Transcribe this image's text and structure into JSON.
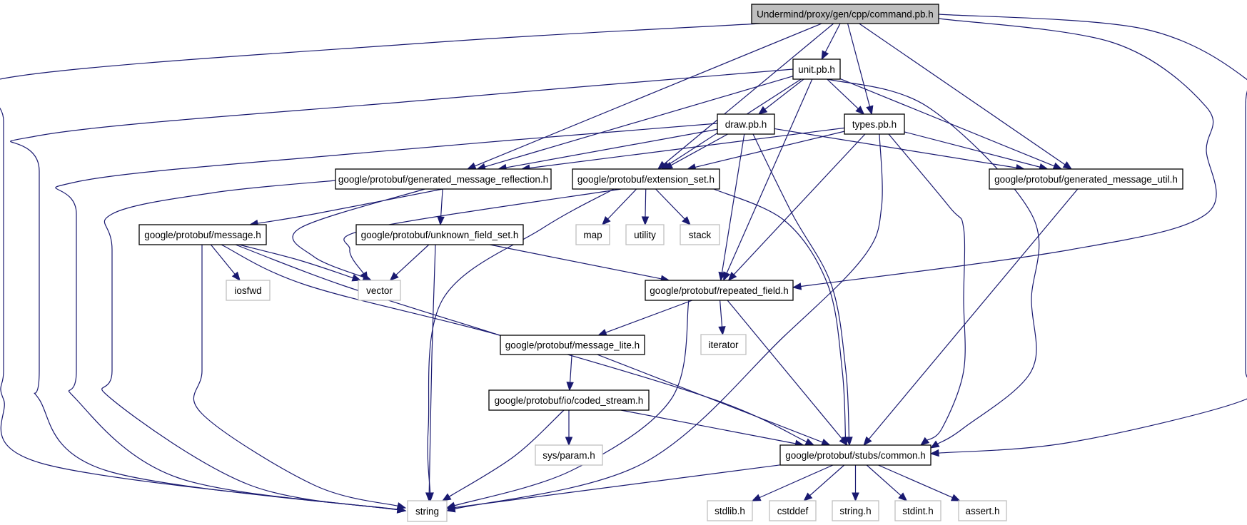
{
  "title": "Undermind/proxy/gen/cpp/command.pb.h",
  "colors": {
    "edge": "#191970",
    "main_fill": "#bfbfbf",
    "local_border": "#000000",
    "system_border": "#bfbfbf"
  },
  "nodes": [
    {
      "id": "command",
      "label": "Undermind/proxy/gen/cpp/command.pb.h",
      "kind": "main"
    },
    {
      "id": "unit",
      "label": "unit.pb.h",
      "kind": "local"
    },
    {
      "id": "draw",
      "label": "draw.pb.h",
      "kind": "local"
    },
    {
      "id": "types",
      "label": "types.pb.h",
      "kind": "local"
    },
    {
      "id": "gmr",
      "label": "google/protobuf/generated_message_reflection.h",
      "kind": "local"
    },
    {
      "id": "extset",
      "label": "google/protobuf/extension_set.h",
      "kind": "local"
    },
    {
      "id": "gmu",
      "label": "google/protobuf/generated_message_util.h",
      "kind": "local"
    },
    {
      "id": "message",
      "label": "google/protobuf/message.h",
      "kind": "local"
    },
    {
      "id": "ufs",
      "label": "google/protobuf/unknown_field_set.h",
      "kind": "local"
    },
    {
      "id": "map",
      "label": "map",
      "kind": "system"
    },
    {
      "id": "utility",
      "label": "utility",
      "kind": "system"
    },
    {
      "id": "stack",
      "label": "stack",
      "kind": "system"
    },
    {
      "id": "iosfwd",
      "label": "iosfwd",
      "kind": "system"
    },
    {
      "id": "vector",
      "label": "vector",
      "kind": "system"
    },
    {
      "id": "repfield",
      "label": "google/protobuf/repeated_field.h",
      "kind": "local"
    },
    {
      "id": "iterator",
      "label": "iterator",
      "kind": "system"
    },
    {
      "id": "msglite",
      "label": "google/protobuf/message_lite.h",
      "kind": "local"
    },
    {
      "id": "coded",
      "label": "google/protobuf/io/coded_stream.h",
      "kind": "local"
    },
    {
      "id": "sysparam",
      "label": "sys/param.h",
      "kind": "system"
    },
    {
      "id": "common",
      "label": "google/protobuf/stubs/common.h",
      "kind": "local"
    },
    {
      "id": "string",
      "label": "string",
      "kind": "system"
    },
    {
      "id": "stdlib",
      "label": "stdlib.h",
      "kind": "system"
    },
    {
      "id": "cstddef",
      "label": "cstddef",
      "kind": "system"
    },
    {
      "id": "stringh",
      "label": "string.h",
      "kind": "system"
    },
    {
      "id": "stdint",
      "label": "stdint.h",
      "kind": "system"
    },
    {
      "id": "assert",
      "label": "assert.h",
      "kind": "system"
    }
  ],
  "edges": [
    [
      "command",
      "unit"
    ],
    [
      "command",
      "gmr"
    ],
    [
      "command",
      "extset"
    ],
    [
      "command",
      "types"
    ],
    [
      "command",
      "gmu"
    ],
    [
      "command",
      "repfield"
    ],
    [
      "command",
      "common"
    ],
    [
      "command",
      "string"
    ],
    [
      "unit",
      "draw"
    ],
    [
      "unit",
      "types"
    ],
    [
      "unit",
      "gmr"
    ],
    [
      "unit",
      "extset"
    ],
    [
      "unit",
      "gmu"
    ],
    [
      "unit",
      "repfield"
    ],
    [
      "unit",
      "common"
    ],
    [
      "unit",
      "string"
    ],
    [
      "draw",
      "gmr"
    ],
    [
      "draw",
      "extset"
    ],
    [
      "draw",
      "gmu"
    ],
    [
      "draw",
      "repfield"
    ],
    [
      "draw",
      "common"
    ],
    [
      "draw",
      "string"
    ],
    [
      "types",
      "gmr"
    ],
    [
      "types",
      "extset"
    ],
    [
      "types",
      "gmu"
    ],
    [
      "types",
      "repfield"
    ],
    [
      "types",
      "common"
    ],
    [
      "types",
      "string"
    ],
    [
      "gmr",
      "message"
    ],
    [
      "gmr",
      "ufs"
    ],
    [
      "gmr",
      "vector"
    ],
    [
      "gmr",
      "string"
    ],
    [
      "extset",
      "map"
    ],
    [
      "extset",
      "utility"
    ],
    [
      "extset",
      "stack"
    ],
    [
      "extset",
      "vector"
    ],
    [
      "extset",
      "string"
    ],
    [
      "extset",
      "common"
    ],
    [
      "gmu",
      "common"
    ],
    [
      "message",
      "iosfwd"
    ],
    [
      "message",
      "vector"
    ],
    [
      "message",
      "msglite"
    ],
    [
      "message",
      "common"
    ],
    [
      "message",
      "string"
    ],
    [
      "ufs",
      "vector"
    ],
    [
      "ufs",
      "repfield"
    ],
    [
      "ufs",
      "string"
    ],
    [
      "repfield",
      "msglite"
    ],
    [
      "repfield",
      "iterator"
    ],
    [
      "repfield",
      "common"
    ],
    [
      "repfield",
      "string"
    ],
    [
      "msglite",
      "coded"
    ],
    [
      "msglite",
      "common"
    ],
    [
      "coded",
      "sysparam"
    ],
    [
      "coded",
      "common"
    ],
    [
      "coded",
      "string"
    ],
    [
      "common",
      "string"
    ],
    [
      "common",
      "stdlib"
    ],
    [
      "common",
      "cstddef"
    ],
    [
      "common",
      "stringh"
    ],
    [
      "common",
      "stdint"
    ],
    [
      "common",
      "assert"
    ]
  ]
}
